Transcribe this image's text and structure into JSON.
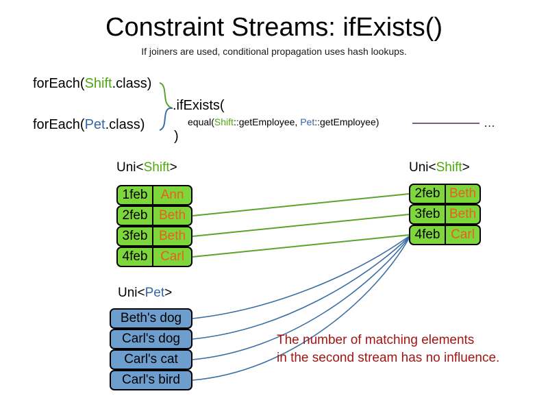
{
  "header": {
    "title": "Constraint Streams: ifExists()",
    "subtitle": "If joiners are used, conditional propagation uses hash lookups."
  },
  "code": {
    "foreach_shift_prefix": "forEach(",
    "foreach_shift_type": "Shift",
    "foreach_shift_suffix": ".class)",
    "foreach_pet_prefix": "forEach(",
    "foreach_pet_type": "Pet",
    "foreach_pet_suffix": ".class)",
    "ifexists_label": ".ifExists(",
    "equal_prefix": "equal(",
    "equal_shift_type": "Shift",
    "equal_shift_method": "::getEmployee, ",
    "equal_pet_type": "Pet",
    "equal_pet_method": "::getEmployee)",
    "close_paren": ")",
    "ellipsis": "…"
  },
  "streams": {
    "left_shift": {
      "label_prefix": "Uni<",
      "label_type": "Shift",
      "label_suffix": ">",
      "rows": [
        {
          "date": "1feb",
          "name": "Ann"
        },
        {
          "date": "2feb",
          "name": "Beth"
        },
        {
          "date": "3feb",
          "name": "Beth"
        },
        {
          "date": "4feb",
          "name": "Carl"
        }
      ]
    },
    "right_shift": {
      "label_prefix": "Uni<",
      "label_type": "Shift",
      "label_suffix": ">",
      "rows": [
        {
          "date": "2feb",
          "name": "Beth"
        },
        {
          "date": "3feb",
          "name": "Beth"
        },
        {
          "date": "4feb",
          "name": "Carl"
        }
      ]
    },
    "pet": {
      "label_prefix": "Uni<",
      "label_type": "Pet",
      "label_suffix": ">",
      "rows": [
        {
          "text": "Beth's dog"
        },
        {
          "text": "Carl's dog"
        },
        {
          "text": "Carl's cat"
        },
        {
          "text": "Carl's bird"
        }
      ]
    }
  },
  "annotation": {
    "line1": "The number of matching elements",
    "line2": "in the second stream has no influence."
  },
  "colors": {
    "shift_green": "#7CD63C",
    "pet_blue": "#6D9ECE",
    "name_orange": "#E8601C",
    "type_shift_text": "#4CA80C",
    "type_pet_text": "#3465A4",
    "annotation_red": "#A41414",
    "link_green": "#5CA32B",
    "link_blue": "#3A6EA5",
    "joiner_line_purple": "#7A5C8A"
  }
}
